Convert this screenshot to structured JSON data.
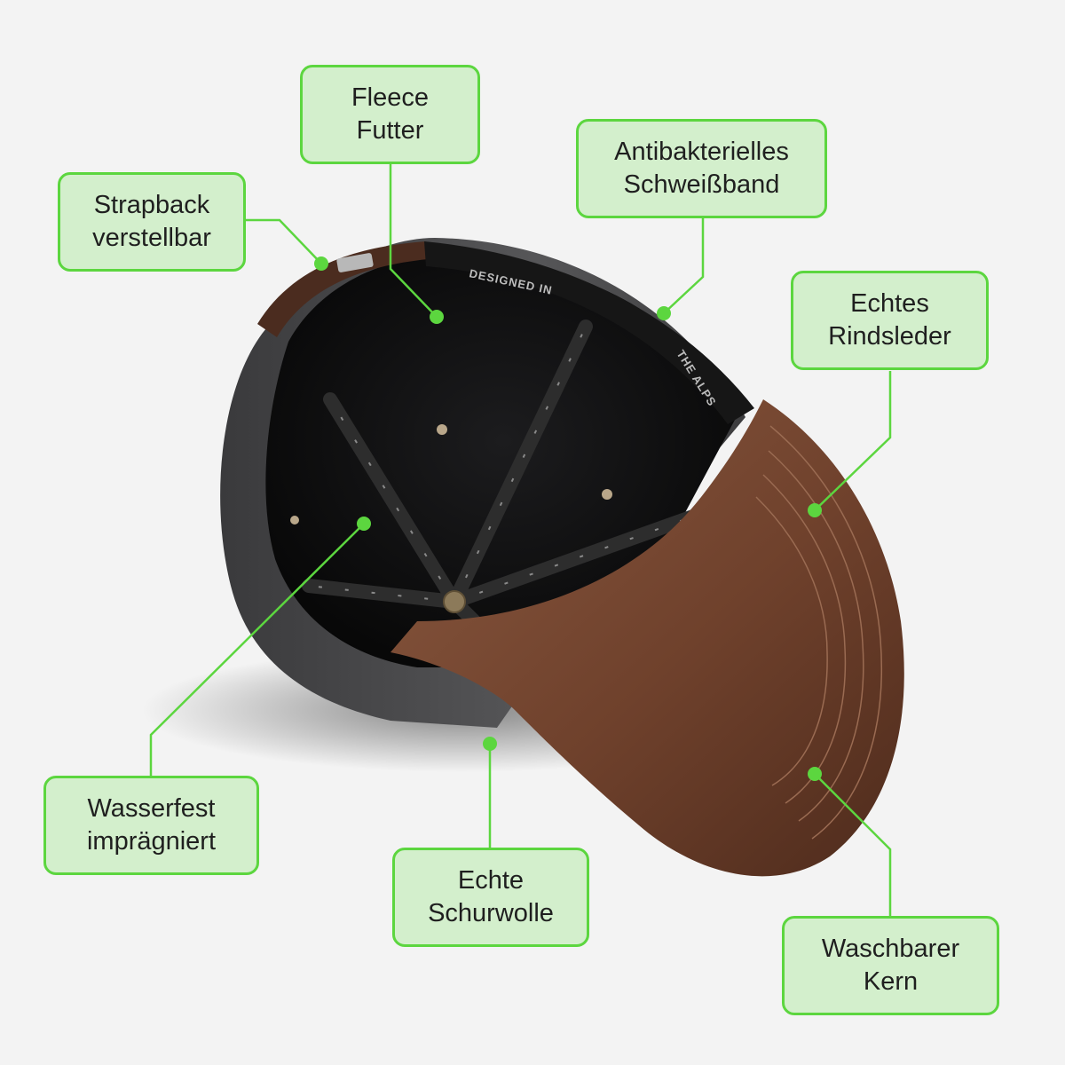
{
  "callouts": {
    "fleece": {
      "line1": "Fleece",
      "line2": "Futter"
    },
    "strapback": {
      "line1": "Strapback",
      "line2": "verstellbar"
    },
    "sweatband": {
      "line1": "Antibakterielles",
      "line2": "Schweißband"
    },
    "leather": {
      "line1": "Echtes",
      "line2": "Rindsleder"
    },
    "waterproof": {
      "line1": "Wasserfest",
      "line2": "imprägniert"
    },
    "wool": {
      "line1": "Echte",
      "line2": "Schurwolle"
    },
    "core": {
      "line1": "Waschbarer",
      "line2": "Kern"
    }
  },
  "product_print": {
    "designed_in": "DESIGNED IN",
    "the_alps": "THE ALPS"
  },
  "colors": {
    "callout_fill": "#d3efcc",
    "callout_border": "#5cd63f",
    "leader_line": "#5cd63f",
    "leather": "#7a4a34",
    "wool": "#4a4a4c",
    "lining": "#121212"
  }
}
